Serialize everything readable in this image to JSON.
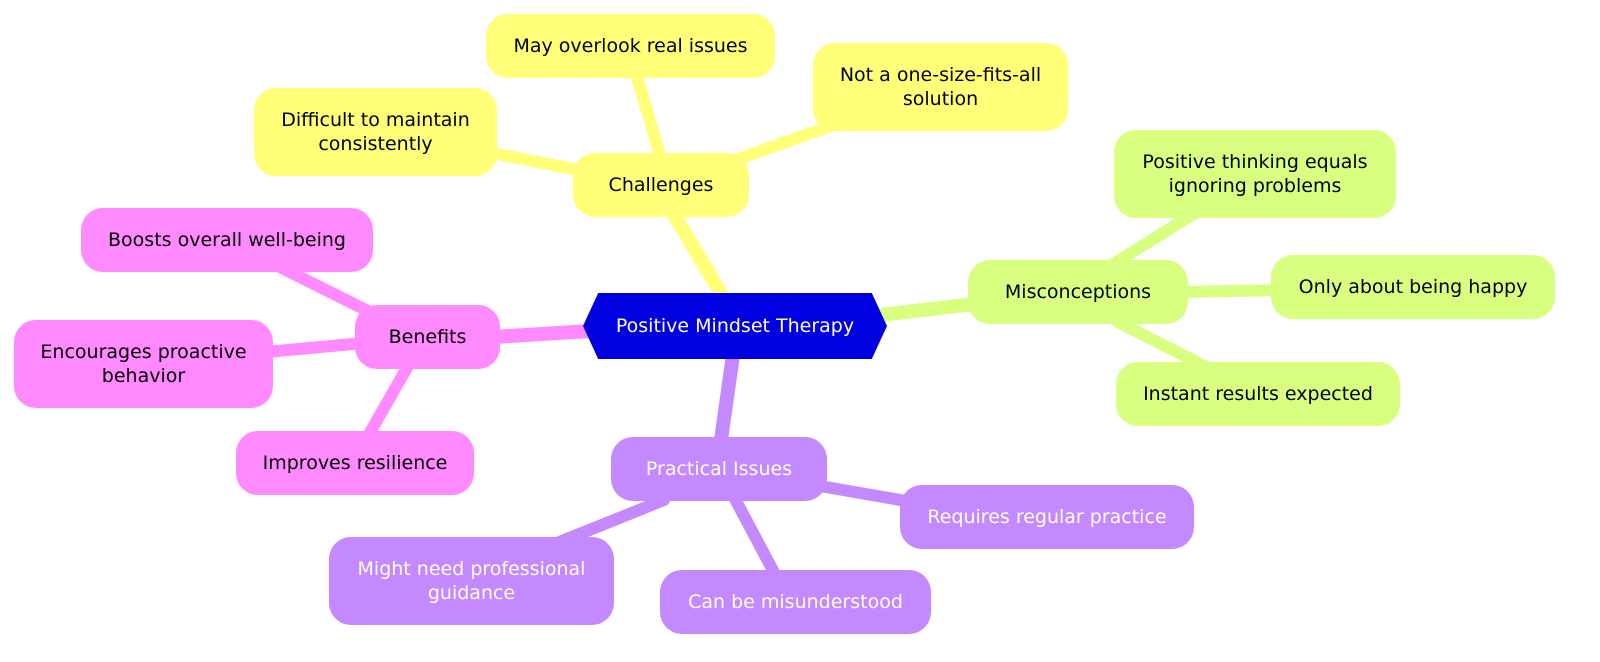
{
  "root": {
    "label": "Positive Mindset Therapy",
    "color": "#0000e0"
  },
  "branches": [
    {
      "id": "challenges",
      "label": "Challenges",
      "color": "#ffff78",
      "text_color": "#000000",
      "children": [
        "Difficult to maintain consistently",
        "May overlook real issues",
        "Not a one-size-fits-all solution"
      ]
    },
    {
      "id": "misconceptions",
      "label": "Misconceptions",
      "color": "#d9ff80",
      "text_color": "#000000",
      "children": [
        "Positive thinking equals ignoring problems",
        "Only about being happy",
        "Instant results expected"
      ]
    },
    {
      "id": "practical-issues",
      "label": "Practical Issues",
      "color": "#c489ff",
      "text_color": "#ffffff",
      "children": [
        "Requires regular practice",
        "Can be misunderstood",
        "Might need professional guidance"
      ]
    },
    {
      "id": "benefits",
      "label": "Benefits",
      "color": "#ff89ff",
      "text_color": "#000000",
      "children": [
        "Boosts overall well-being",
        "Encourages proactive behavior",
        "Improves resilience"
      ]
    }
  ]
}
